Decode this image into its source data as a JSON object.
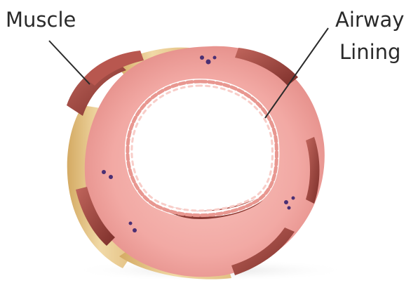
{
  "labels": {
    "muscle": "Muscle",
    "airway_line1": "Airway",
    "airway_line2": "Lining"
  },
  "colors": {
    "tissue_pink": "#f2a9a4",
    "tissue_light": "#f7c3bd",
    "muscle_red": "#a94a43",
    "muscle_dark": "#7d2f2a",
    "fat_yellow": "#e8c98f",
    "lining_fold": "#f6b9b3",
    "lumen": "#ffffff",
    "gland_purple": "#4a2f73",
    "label_text": "#2a2a2a"
  }
}
